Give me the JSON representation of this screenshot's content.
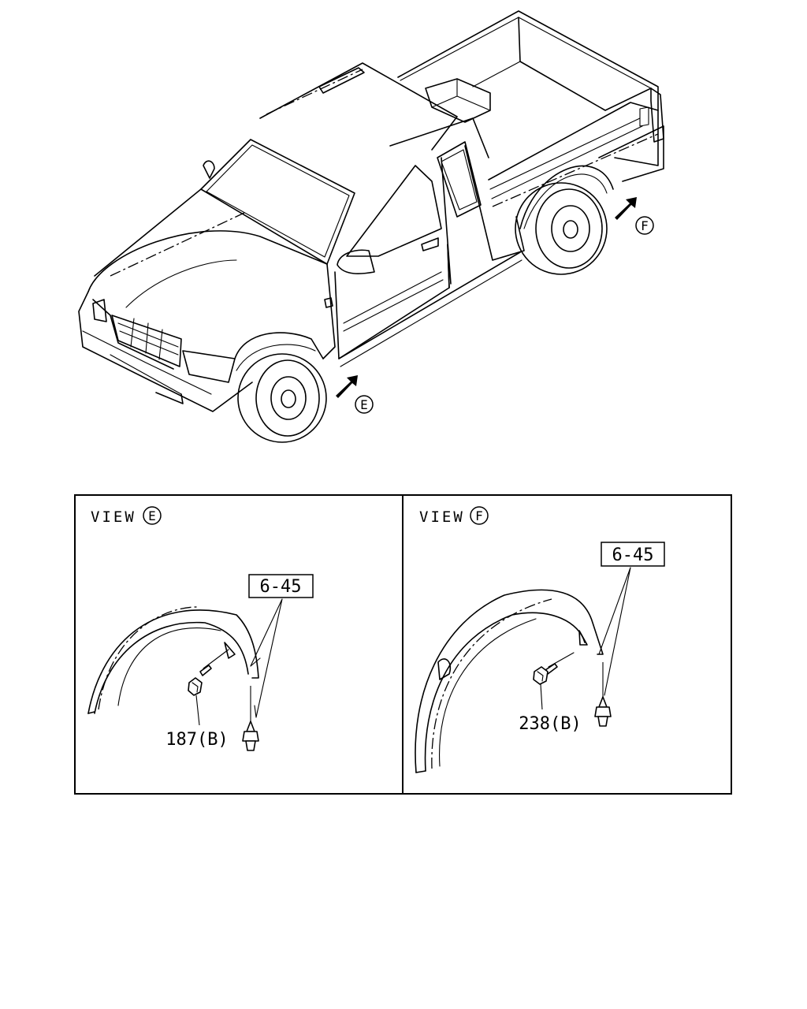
{
  "truck": {
    "arrow_e_label": "E",
    "arrow_f_label": "F"
  },
  "view_e": {
    "view_word": "VIEW",
    "view_letter": "E",
    "ref_box": "6-45",
    "part_label": "187(B)"
  },
  "view_f": {
    "view_word": "VIEW",
    "view_letter": "F",
    "ref_box": "6-45",
    "part_label": "238(B)"
  }
}
